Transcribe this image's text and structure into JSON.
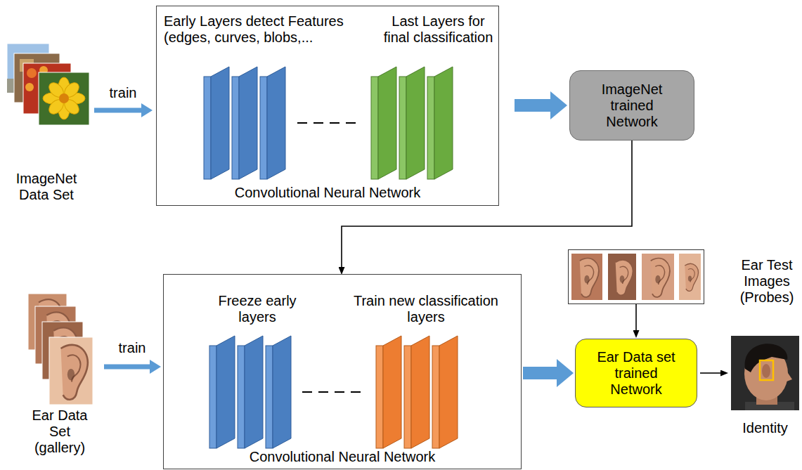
{
  "diagram": {
    "nodes": [
      {
        "text": [
          "ImageNet Data Set"
        ]
      },
      {
        "text": [
          "Early Layers detect Features (edges, curves, blobs,...",
          "Last Layers for final classification",
          "Convolutional Neural Network"
        ]
      },
      {
        "text": [
          "ImageNet trained Network"
        ]
      },
      {
        "text": [
          "Ear Data Set (gallery)"
        ]
      },
      {
        "text": [
          "Freeze early layers",
          "Train new classification layers",
          "Convolutional Neural Network"
        ]
      },
      {
        "text": [
          "Ear Test Images (Probes)"
        ]
      },
      {
        "text": [
          "Ear Data set trained Network"
        ]
      },
      {
        "text": [
          "Identity"
        ]
      }
    ],
    "edges": [
      {
        "from": 0,
        "to": 1,
        "arrow": "to",
        "label": "train"
      },
      {
        "from": 1,
        "to": 2,
        "arrow": "to"
      },
      {
        "from": 2,
        "to": 4,
        "arrow": "to"
      },
      {
        "from": 3,
        "to": 4,
        "arrow": "to",
        "label": "train"
      },
      {
        "from": 4,
        "to": 6,
        "arrow": "to"
      },
      {
        "from": 5,
        "to": 6,
        "arrow": "to"
      },
      {
        "from": 6,
        "to": 7,
        "arrow": "to"
      }
    ]
  }
}
